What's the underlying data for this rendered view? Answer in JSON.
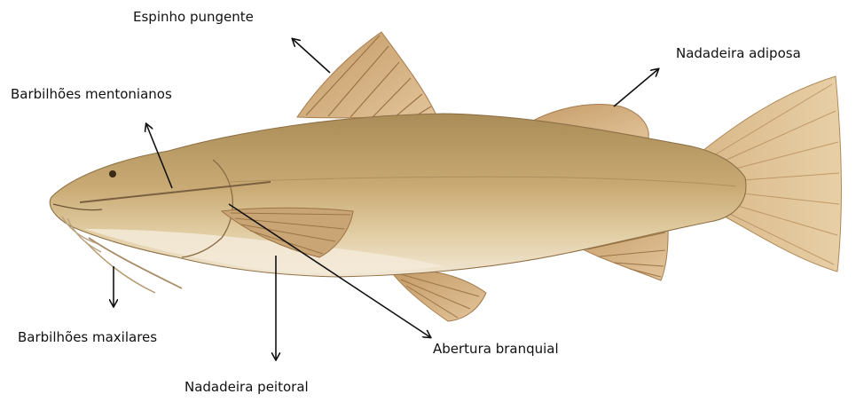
{
  "labels": {
    "espinho_pungente": "Espinho pungente",
    "barbilhoes_mentonianos": "Barbilhões mentonianos",
    "nadadeira_adiposa": "Nadadeira adiposa",
    "barbilhoes_maxilares": "Barbilhões maxilares",
    "abertura_branquial": "Abertura branquial",
    "nadadeira_peitoral": "Nadadeira peitoral"
  },
  "colors": {
    "background": "#ffffff",
    "body_main": "#c9aa74",
    "body_back": "#a98c57",
    "belly": "#f1e7d4",
    "fin": "#d2ae80",
    "fin_ray": "#a67c4e",
    "arrow": "#111111"
  }
}
